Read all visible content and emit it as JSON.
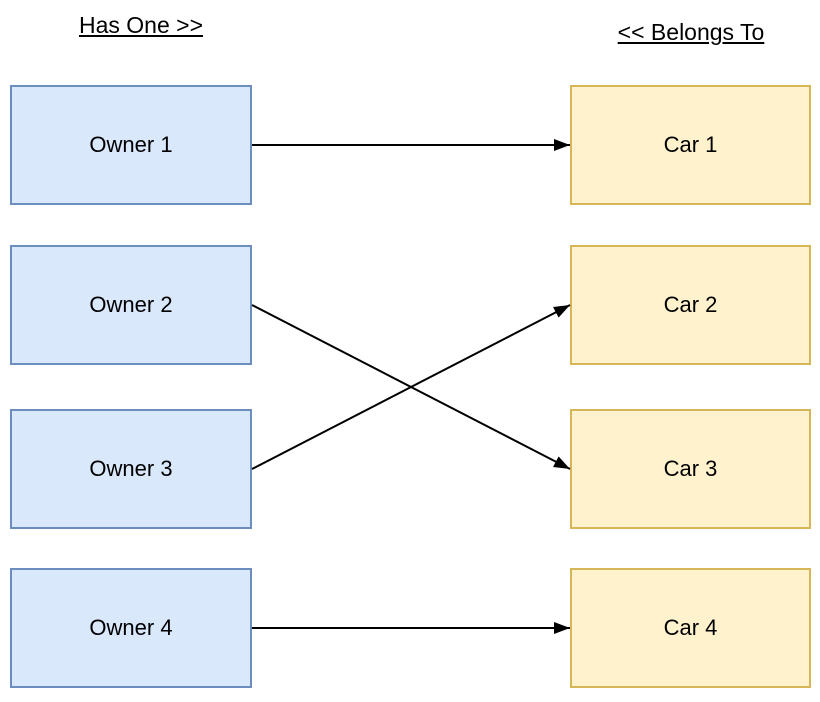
{
  "diagram": {
    "left_header": "Has One >>",
    "right_header": "<< Belongs To",
    "owners": [
      {
        "id": "owner-1",
        "label": "Owner 1"
      },
      {
        "id": "owner-2",
        "label": "Owner 2"
      },
      {
        "id": "owner-3",
        "label": "Owner 3"
      },
      {
        "id": "owner-4",
        "label": "Owner 4"
      }
    ],
    "cars": [
      {
        "id": "car-1",
        "label": "Car 1"
      },
      {
        "id": "car-2",
        "label": "Car 2"
      },
      {
        "id": "car-3",
        "label": "Car 3"
      },
      {
        "id": "car-4",
        "label": "Car 4"
      }
    ],
    "connections": [
      {
        "from": "owner-1",
        "to": "car-1"
      },
      {
        "from": "owner-2",
        "to": "car-3"
      },
      {
        "from": "owner-3",
        "to": "car-2"
      },
      {
        "from": "owner-4",
        "to": "car-4"
      }
    ],
    "colors": {
      "owner_fill": "#dae8fc",
      "owner_border": "#6c8ebf",
      "car_fill": "#fff2cc",
      "car_border": "#d6b656",
      "arrow": "#000000",
      "text": "#000000",
      "background": "#ffffff"
    }
  }
}
